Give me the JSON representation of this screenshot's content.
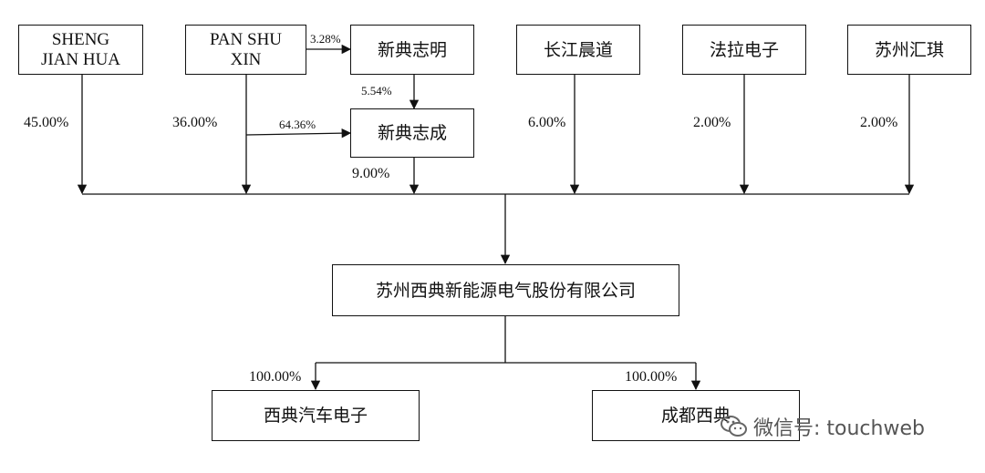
{
  "nodes": {
    "sheng_jian_hua": "SHENG\nJIAN HUA",
    "pan_shu_xin": "PAN SHU\nXIN",
    "xindian_zhiming": "新典志明",
    "changjiang_chendao": "长江晨道",
    "fala_dianzi": "法拉电子",
    "suzhou_huiqi": "苏州汇琪",
    "xindian_zhicheng": "新典志成",
    "parent_company": "苏州西典新能源电气股份有限公司",
    "xidian_auto": "西典汽车电子",
    "chengdu_xidian": "成都西典"
  },
  "percentages": {
    "sheng_to_parent": "45.00%",
    "pan_to_parent": "36.00%",
    "pan_to_zhiming": "3.28%",
    "pan_to_zhicheng": "64.36%",
    "zhiming_to_zhicheng": "5.54%",
    "zhicheng_to_parent": "9.00%",
    "changjiang_to_parent": "6.00%",
    "fala_to_parent": "2.00%",
    "huiqi_to_parent": "2.00%",
    "parent_to_auto": "100.00%",
    "parent_to_chengdu": "100.00%"
  },
  "watermark": {
    "text": "微信号: touchweb",
    "icon": "wechat-icon"
  }
}
